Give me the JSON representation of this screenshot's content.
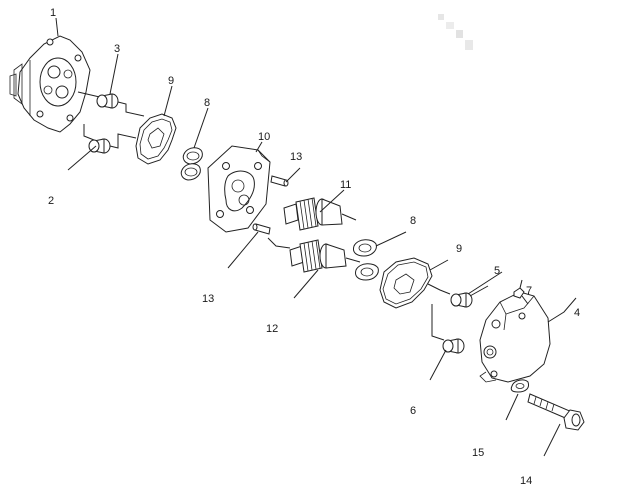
{
  "diagram": {
    "type": "exploded-parts-diagram",
    "callouts": [
      {
        "id": "c1",
        "text": "1"
      },
      {
        "id": "c2",
        "text": "2"
      },
      {
        "id": "c3",
        "text": "3"
      },
      {
        "id": "c4",
        "text": "4"
      },
      {
        "id": "c5",
        "text": "5"
      },
      {
        "id": "c6",
        "text": "6"
      },
      {
        "id": "c7",
        "text": "7"
      },
      {
        "id": "c8a",
        "text": "8"
      },
      {
        "id": "c8b",
        "text": "8"
      },
      {
        "id": "c9a",
        "text": "9"
      },
      {
        "id": "c9b",
        "text": "9"
      },
      {
        "id": "c10",
        "text": "10"
      },
      {
        "id": "c11",
        "text": "11"
      },
      {
        "id": "c12",
        "text": "12"
      },
      {
        "id": "c13a",
        "text": "13"
      },
      {
        "id": "c13b",
        "text": "13"
      },
      {
        "id": "c14",
        "text": "14"
      },
      {
        "id": "c15",
        "text": "15"
      }
    ]
  }
}
